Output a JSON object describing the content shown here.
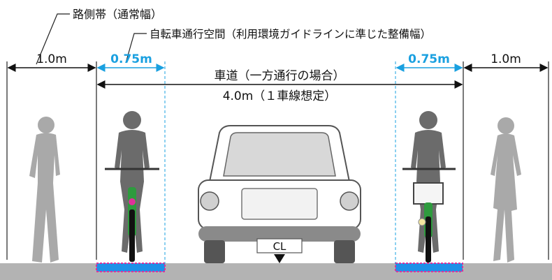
{
  "labels": {
    "shoulder_label": "路側帯（通常幅）",
    "bike_space_label": "自転車通行空間（利用環境ガイドラインに準じた整備幅）",
    "shoulder_width_left": "1.0m",
    "shoulder_width_right": "1.0m",
    "bike_width_left": "0.75m",
    "bike_width_right": "0.75m",
    "roadway_label": "車道（一方通行の場合）",
    "roadway_width": "4.0m（１車線想定）",
    "centerline": "CL"
  },
  "colors": {
    "accent_blue": "#1aa0e0",
    "lane_blue": "#1e90e8",
    "lane_border": "#e0309a",
    "figure_gray": "#6b6b6b",
    "figure_light": "#a9a9a9",
    "ground": "#b0b0b0",
    "bike_green": "#2e9b3e"
  }
}
